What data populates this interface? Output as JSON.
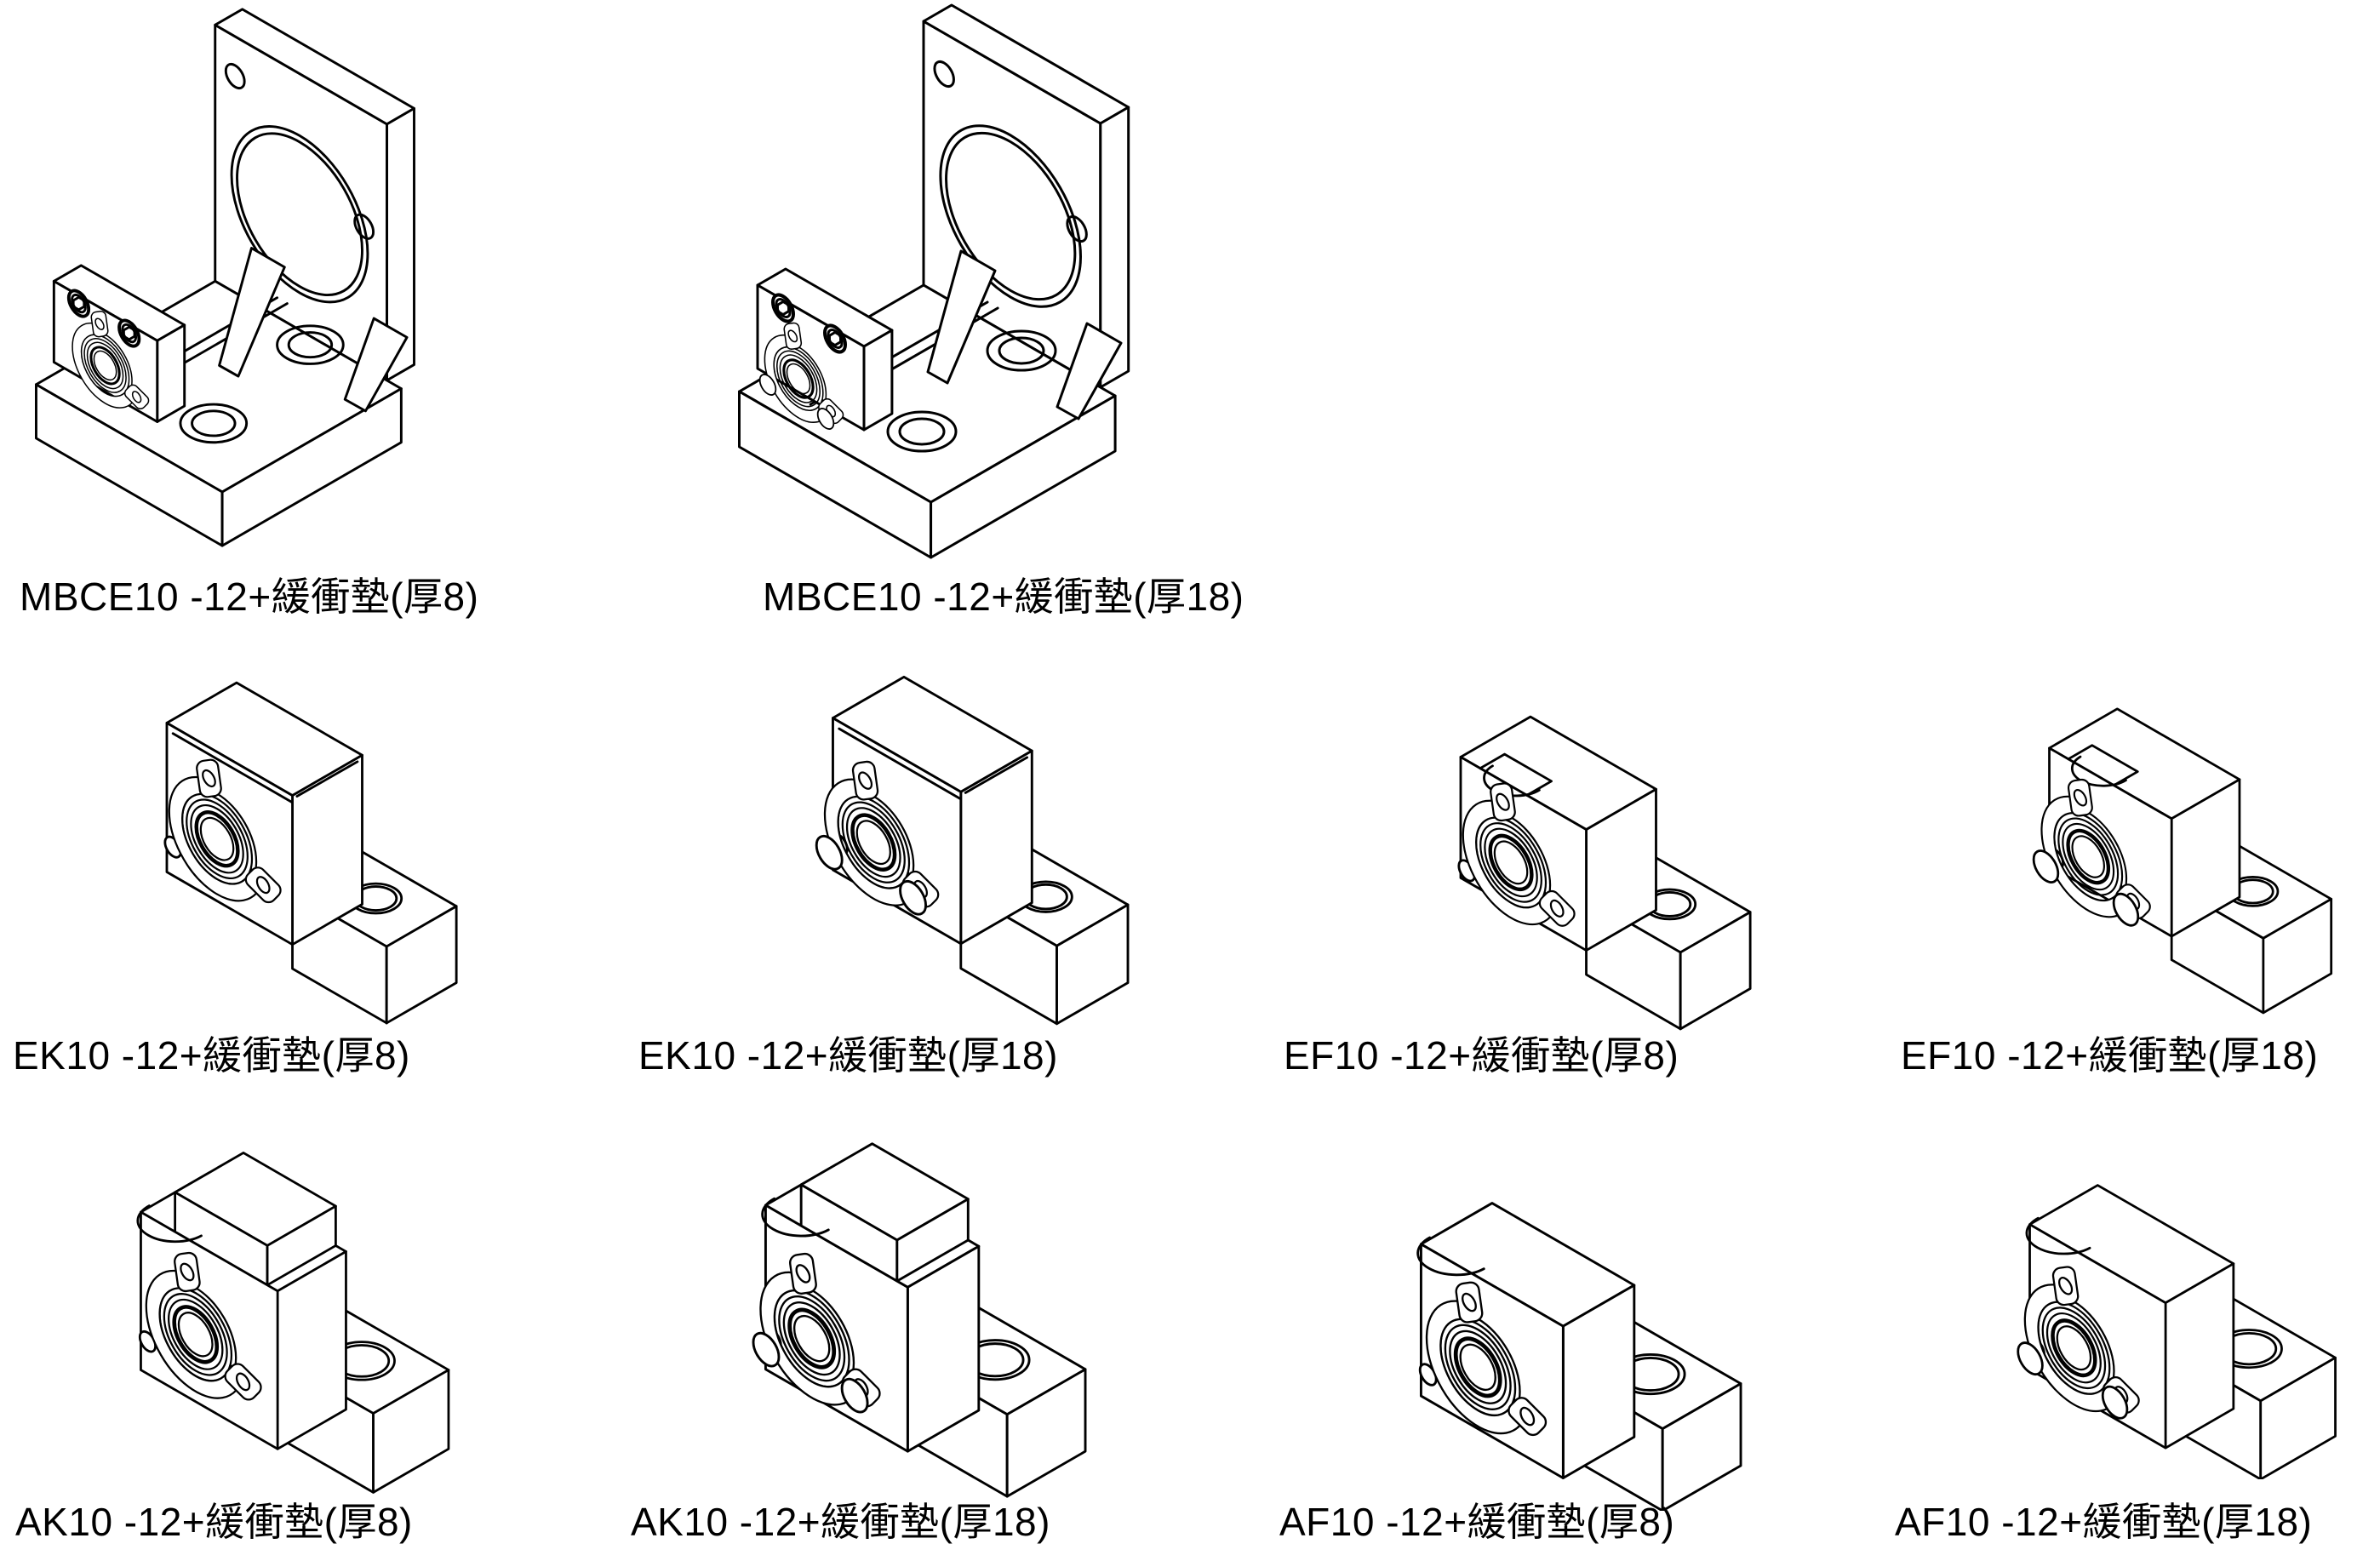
{
  "page": {
    "background": "#ffffff",
    "line_color": "#000000",
    "description": "Catalog sheet of isometric CAD drawings: support units with buffer pads",
    "rows": 3,
    "figure_count": 10
  },
  "figures": [
    {
      "id": "mbce10-12-pad8",
      "model": "MBCE10 -12",
      "pad_thickness": "8",
      "label": "MBCE10 -12+緩衝墊(厚8)"
    },
    {
      "id": "mbce10-12-pad18",
      "model": "MBCE10 -12",
      "pad_thickness": "18",
      "label": "MBCE10 -12+緩衝墊(厚18)"
    },
    {
      "id": "ek10-12-pad8",
      "model": "EK10 -12",
      "pad_thickness": "8",
      "label": "EK10 -12+緩衝墊(厚8)"
    },
    {
      "id": "ek10-12-pad18",
      "model": "EK10 -12",
      "pad_thickness": "18",
      "label": "EK10 -12+緩衝墊(厚18)"
    },
    {
      "id": "ef10-12-pad8",
      "model": "EF10 -12",
      "pad_thickness": "8",
      "label": "EF10 -12+緩衝墊(厚8)"
    },
    {
      "id": "ef10-12-pad18",
      "model": "EF10 -12",
      "pad_thickness": "18",
      "label": "EF10 -12+緩衝墊(厚18)"
    },
    {
      "id": "ak10-12-pad8",
      "model": "AK10 -12",
      "pad_thickness": "8",
      "label": "AK10 -12+緩衝墊(厚8)"
    },
    {
      "id": "ak10-12-pad18",
      "model": "AK10 -12",
      "pad_thickness": "18",
      "label": "AK10 -12+緩衝墊(厚18)"
    },
    {
      "id": "af10-12-pad8",
      "model": "AF10 -12",
      "pad_thickness": "8",
      "label": "AF10 -12+緩衝墊(厚8)"
    },
    {
      "id": "af10-12-pad18",
      "model": "AF10 -12",
      "pad_thickness": "18",
      "label": "AF10 -12+緩衝墊(厚18)"
    }
  ]
}
